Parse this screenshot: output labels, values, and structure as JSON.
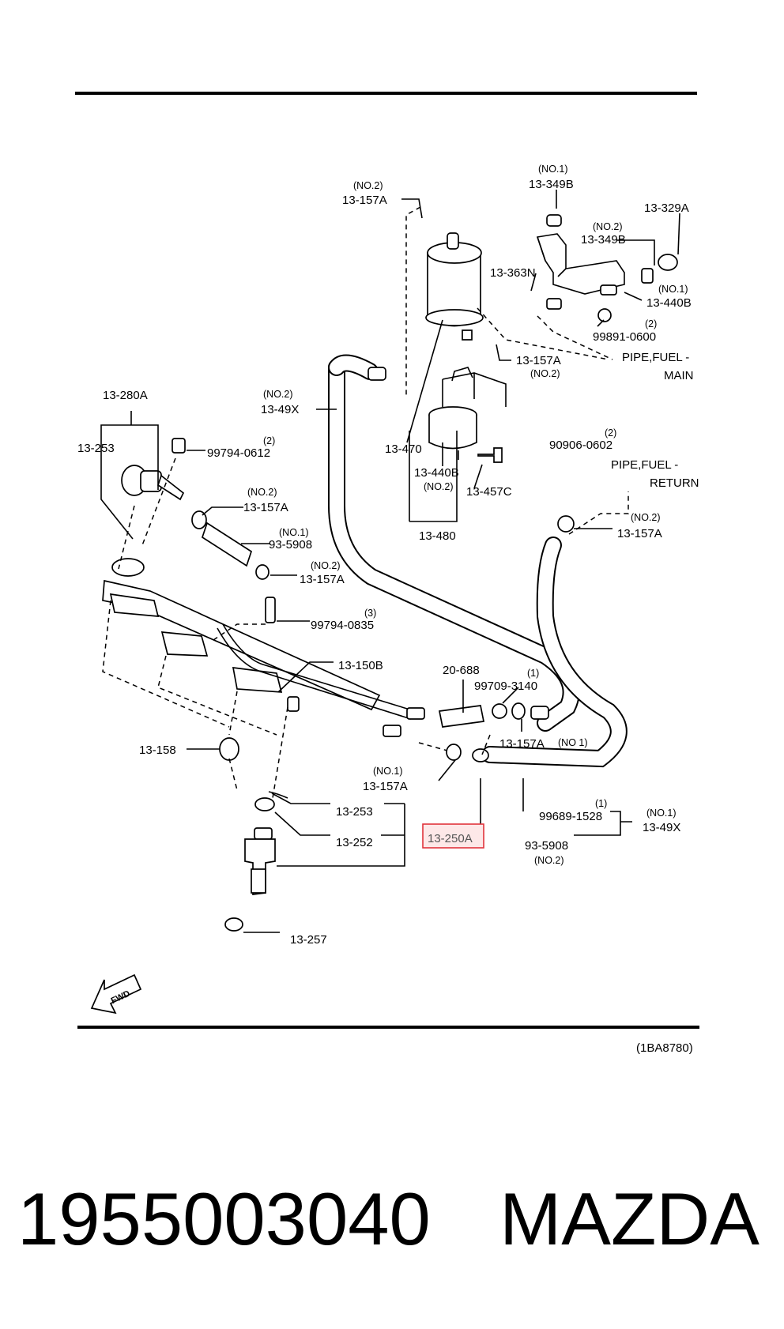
{
  "labels": {
    "no2_a": "(NO.2)",
    "p13_157a_top": "13-157A",
    "no1_a": "(NO.1)",
    "p13_349b_1": "13-349B",
    "p13_329a": "13-329A",
    "no2_b": "(NO.2)",
    "p13_349b_2": "13-349B",
    "p13_363n": "13-363N",
    "no1_b": "(NO.1)",
    "p13_440b_r": "13-440B",
    "q2_a": "(2)",
    "p99891": "99891-0600",
    "p13_157a_mid": "13-157A",
    "no2_c": "(NO.2)",
    "pipe_main_1": "PIPE,FUEL -",
    "pipe_main_2": "MAIN",
    "p13_280a": "13-280A",
    "no2_d": "(NO.2)",
    "p13_49x_top": "13-49X",
    "p13_253_top": "13-253",
    "q2_b": "(2)",
    "p99794_0612": "99794-0612",
    "p13_470": "13-470",
    "q2_c": "(2)",
    "p90906": "90906-0602",
    "p13_440b_c": "13-440B",
    "no2_e": "(NO.2)",
    "p13_457c": "13-457C",
    "pipe_ret_1": "PIPE,FUEL -",
    "pipe_ret_2": "RETURN",
    "no2_f": "(NO.2)",
    "p13_157a_l": "13-157A",
    "p13_480": "13-480",
    "no2_g": "(NO.2)",
    "p13_157a_r": "13-157A",
    "no1_c": "(NO.1)",
    "p93_5908_top": "93-5908",
    "no2_h": "(NO.2)",
    "p13_157a_l2": "13-157A",
    "q3": "(3)",
    "p99794_0835": "99794-0835",
    "p13_150b": "13-150B",
    "p20_688": "20-688",
    "q1_a": "(1)",
    "p99709": "99709-3140",
    "p13_157a_no1": "13-157A",
    "no1_d": "(NO 1)",
    "p13_158": "13-158",
    "no1_e": "(NO.1)",
    "p13_157a_bl": "13-157A",
    "p13_253_b": "13-253",
    "q1_b": "(1)",
    "no1_f": "(NO.1)",
    "p99689": "99689-1528",
    "p13_49x_b": "13-49X",
    "p13_252": "13-252",
    "p13_250a": "13-250A",
    "p93_5908_b": "93-5908",
    "no2_i": "(NO.2)",
    "p13_257": "13-257",
    "fwd": "FWD",
    "ref_code": "(1BA8780)"
  },
  "footer": {
    "part_number": "1955003040",
    "brand": "MAZDA"
  },
  "colors": {
    "ink": "#000000",
    "highlight": "#e0343c",
    "highlight_fill": "#fde8e8"
  }
}
